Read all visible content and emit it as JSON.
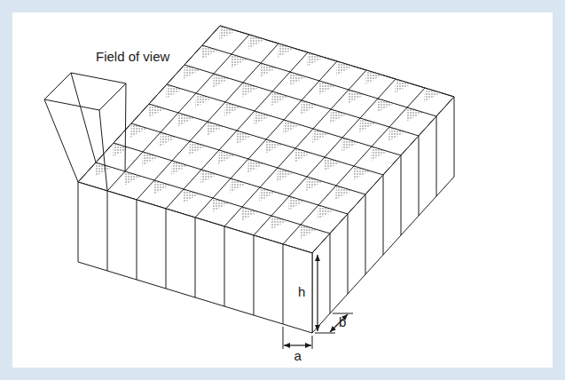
{
  "diagram": {
    "labels": [
      "Field of view",
      "h",
      "a",
      "b"
    ]
  }
}
